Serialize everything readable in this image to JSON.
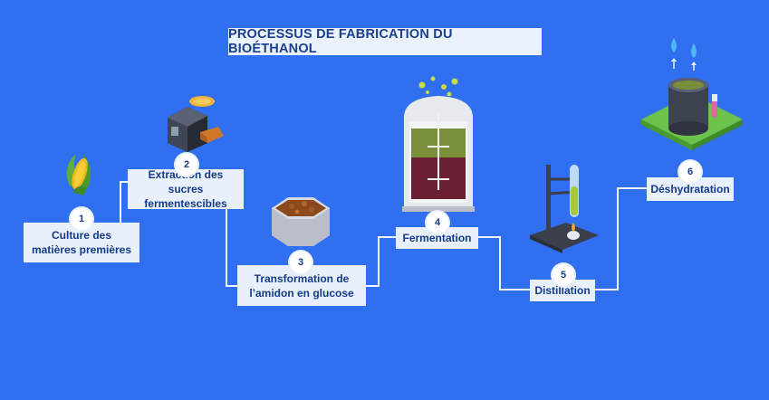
{
  "title": "PROCESSUS DE FABRICATION DU BIOÉTHANOL",
  "colors": {
    "background": "#2f6ff0",
    "box": "#e8f1fb",
    "text": "#143a8a",
    "connector": "#f2f6fc"
  },
  "steps": [
    {
      "number": "1",
      "label": "Culture des matières premières",
      "icon": "corn-icon"
    },
    {
      "number": "2",
      "label": "Extraction des sucres fermentescibles",
      "icon": "extraction-machine-icon"
    },
    {
      "number": "3",
      "label": "Transformation de l’amidon en glucose",
      "icon": "mash-tank-icon"
    },
    {
      "number": "4",
      "label": "Fermentation",
      "icon": "fermenter-tank-icon"
    },
    {
      "number": "5",
      "label": "Distillation",
      "icon": "distillation-stand-icon"
    },
    {
      "number": "6",
      "label": "Déshydratation",
      "icon": "dehydration-tank-icon"
    }
  ]
}
